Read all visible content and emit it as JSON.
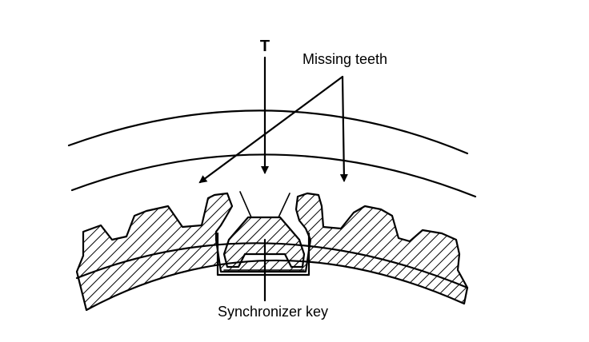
{
  "labels": {
    "t_marker": "T",
    "missing_teeth": "Missing teeth",
    "synchronizer_key": "Synchronizer key"
  },
  "colors": {
    "ink": "#000000",
    "background": "#ffffff"
  }
}
